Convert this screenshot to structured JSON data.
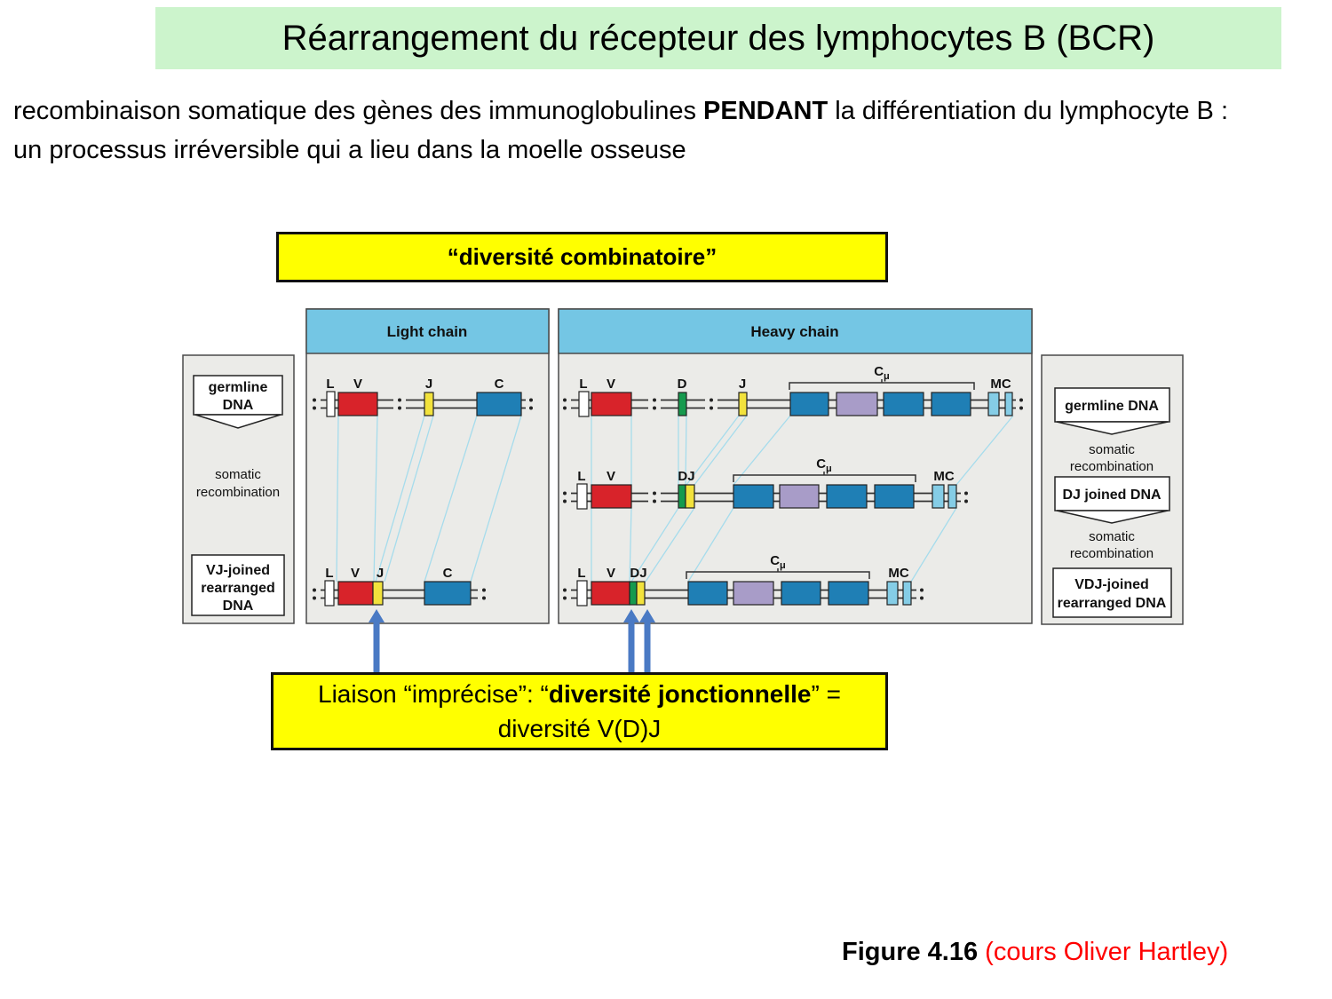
{
  "colors": {
    "title_bg": "#ccf4cc",
    "highlight_yellow": "#ffff00",
    "header_blue": "#74c6e4",
    "segment_red": "#d8232a",
    "segment_yellow": "#f2e23c",
    "segment_green": "#169a4e",
    "segment_blue": "#1f7fb5",
    "segment_purple": "#a89cc8",
    "segment_lightblue": "#85cde6",
    "connector": "#a6dcec",
    "arrow_blue": "#4a7ac4",
    "caption_red": "#ff0000"
  },
  "title": "Réarrangement du récepteur des lymphocytes B (BCR)",
  "intro": {
    "part1": "recombinaison somatique des gènes des immunoglobulines ",
    "bold": "PENDANT",
    "part2": " la différentiation du lymphocyte B : un processus irréversible qui a lieu dans la moelle osseuse"
  },
  "combinatorial_box": {
    "label": "“diversité combinatoire”"
  },
  "junctional_box": {
    "line1_pre": "Liaison “imprécise”: “",
    "line1_bold": "diversité jonctionnelle",
    "line1_post": "” =",
    "line2": "diversité V(D)J"
  },
  "caption": {
    "figure": "Figure 4.16",
    "course": " (cours Oliver Hartley)"
  },
  "diagram": {
    "headers": {
      "light": "Light chain",
      "heavy": "Heavy chain"
    },
    "left_panel": {
      "germline": [
        "germline",
        "DNA"
      ],
      "somatic": [
        "somatic",
        "recombination"
      ],
      "vj": [
        "VJ-joined",
        "rearranged",
        "DNA"
      ]
    },
    "right_panel": {
      "germline": "germline DNA",
      "somatic1": [
        "somatic",
        "recombination"
      ],
      "dj": "DJ joined DNA",
      "somatic2": [
        "somatic",
        "recombination"
      ],
      "vdj": [
        "VDJ-joined",
        "rearranged DNA"
      ]
    },
    "labels": {
      "L": "L",
      "V": "V",
      "D": "D",
      "J": "J",
      "C": "C",
      "DJ": "DJ",
      "MC": "MC",
      "C_const": "C",
      "mu": "μ"
    }
  }
}
